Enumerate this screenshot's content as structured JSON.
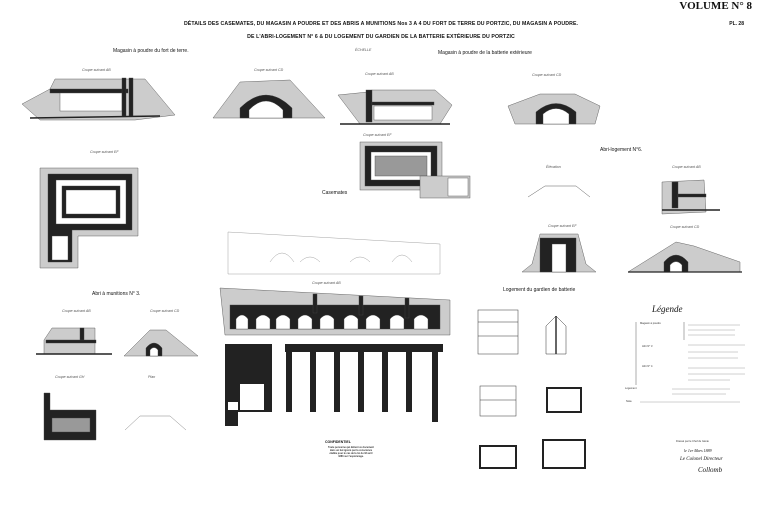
{
  "header": {
    "volume": "VOLUME N° 8",
    "plate": "PL. 28",
    "title_line1": "DÉTAILS DES CASEMATES, DU MAGASIN A POUDRE ET DES ABRIS A MUNITIONS Nos 3 A 4 DU FORT DE TERRE DU PORTZIC, DU MAGASIN A POUDRE.",
    "title_line2": "DE L'ABRI-LOGEMENT N° 6 & DU LOGEMENT DU GARDIEN DE LA BATTERIE EXTÉRIEURE DU PORTZIC"
  },
  "sections": {
    "magasin_fort": "Magasin à poudre du fort de terre.",
    "magasin_batterie": "Magasin à poudre de la batterie extérieure",
    "casemates": "Casemates",
    "abri_logement": "Abri-logement N°6.",
    "abri_munitions": "Abri à munitions N° 3.",
    "logement_gardien": "Logement du gardien de batterie",
    "echelle": "ÉCHELLE"
  },
  "cuts": {
    "ab": "Coupe suivant AB",
    "cd": "Coupe suivant CD",
    "ef": "Coupe suivant EF",
    "gh": "Coupe suivant GH",
    "plan": "Plan",
    "elevation": "Élévation"
  },
  "legend": {
    "title": "Légende",
    "row1": "Magasin à poudre",
    "row2": "Abri N° 3",
    "row3": "Abri N° 4",
    "row4": "Logement",
    "note": "Nota"
  },
  "confidential": {
    "title": "CONFIDENTIEL",
    "text": "Toute personne qui détient ce document dans un but ignoré par la conscience établie pour le cas de la loi du 18 avril 1886 sur l'espionnage."
  },
  "signature": {
    "place": "Dressé par le Chef du Génie",
    "date": "le 1er Mars 1889",
    "role": "Le Colonel Directeur",
    "name": "Collomb"
  }
}
